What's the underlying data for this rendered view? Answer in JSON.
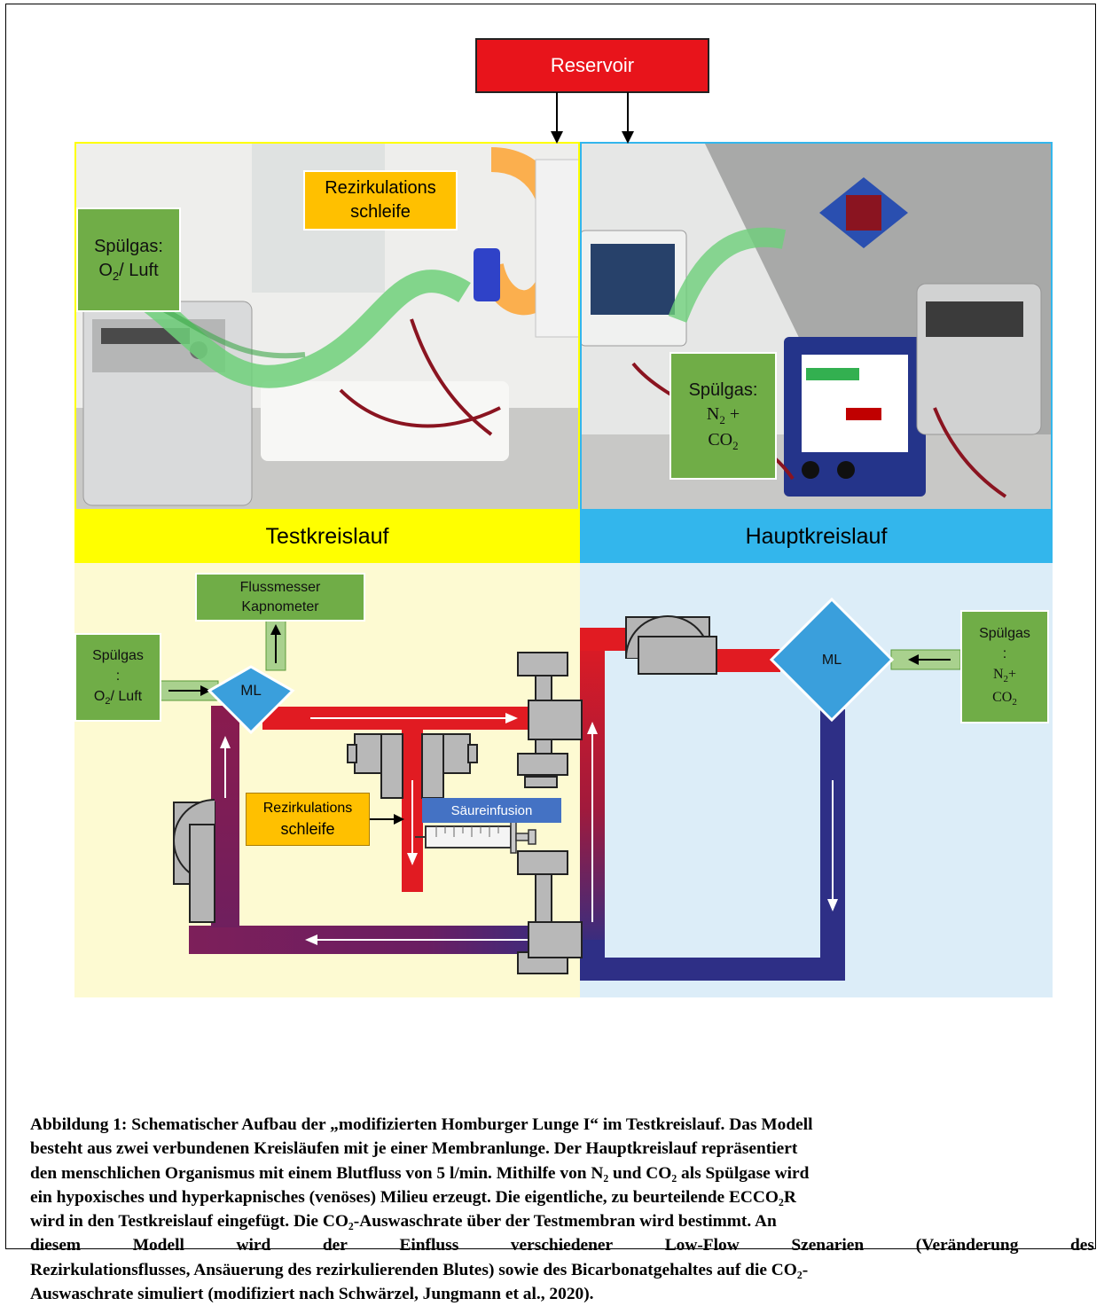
{
  "reservoir": {
    "label": "Reservoir"
  },
  "photo_labels": {
    "rezirkulation": [
      "Rezirkulations",
      "schleife"
    ],
    "spuelgas_left": [
      "Spülgas:",
      "O2/ Luft"
    ],
    "spuelgas_right": [
      "Spülgas:",
      "N2 +",
      "CO2"
    ]
  },
  "circuits": {
    "test": "Testkreislauf",
    "main": "Hauptkreislauf"
  },
  "schematic": {
    "flussmesser": [
      "Flussmesser",
      "Kapnometer"
    ],
    "spuelgas_left": [
      "Spülgas",
      ":",
      "O2/ Luft"
    ],
    "spuelgas_right": [
      "Spülgas",
      ":",
      "N2+",
      "CO2"
    ],
    "ml_left": "ML",
    "ml_right": "ML",
    "rezirkulation": [
      "Rezirkulations",
      "schleife"
    ],
    "saeureinfusion": "Säureinfusion"
  },
  "colors": {
    "reservoir": "#e8141b",
    "test_band": "#ffff00",
    "main_band": "#33b6ec",
    "test_bg": "#fdfad2",
    "main_bg": "#dcedf8",
    "green_label": "#70ad47",
    "orange_label": "#ffc000",
    "blue_label": "#4472c4",
    "arterial": "#e11b22",
    "venous": "#2e2f86",
    "ml_diamond": "#3a9fdc"
  },
  "caption": [
    "Abbildung 1: Schematischer Aufbau der „modifizierten Homburger Lunge I“ im Testkreislauf. Das Modell",
    "besteht aus zwei verbundenen Kreisläufen mit je einer Membranlunge. Der Hauptkreislauf repräsentiert",
    "den menschlichen Organismus mit einem Blutfluss von 5 l/min. Mithilfe von N₂ und CO₂ als Spülgase wird",
    "ein hypoxisches und hyperkapnisches (venöses) Milieu erzeugt. Die eigentliche, zu beurteilende ECCO₂R",
    "wird in den Testkreislauf eingefügt. Die CO₂-Auswaschrate über der Testmembran wird bestimmt. An",
    "diesem Modell wird der Einfluss verschiedener Low-Flow Szenarien (Veränderung des",
    "Rezirkulationsflusses, Ansäuerung des rezirkulierenden Blutes) sowie des Bicarbonatgehaltes auf die CO₂-",
    "Auswaschrate simuliert (modifiziert nach Schwärzel, Jungmann et al., 2020)."
  ]
}
